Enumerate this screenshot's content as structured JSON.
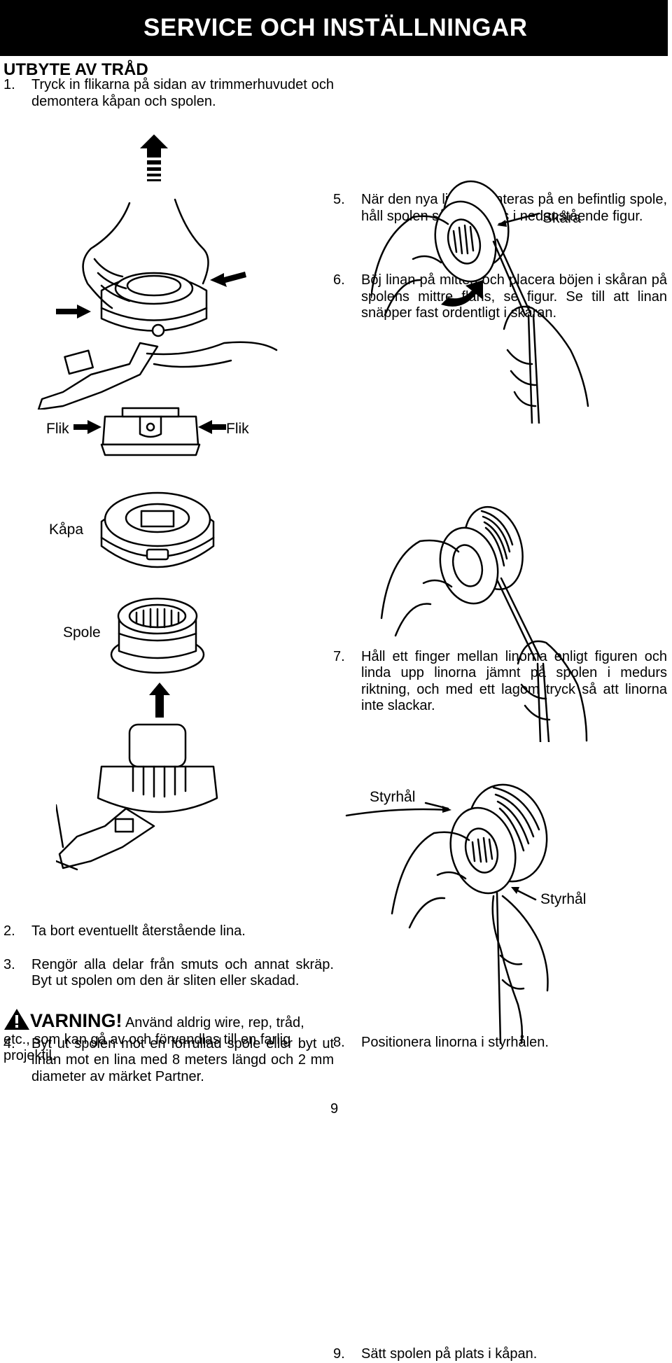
{
  "header": {
    "title": "SERVICE OCH INSTÄLLNINGAR"
  },
  "left": {
    "heading": "UTBYTE AV TRÅD",
    "step1": {
      "num": "1.",
      "text": "Tryck in flikarna på sidan av trimmerhuvudet och demontera kåpan och spolen."
    },
    "labels": {
      "flik_left": "Flik",
      "flik_right": "Flik",
      "kapa": "Kåpa",
      "spole": "Spole"
    },
    "step2": {
      "num": "2.",
      "text": "Ta bort eventuellt återstående lina."
    },
    "step3": {
      "num": "3.",
      "text": "Rengör alla delar från smuts och annat skräp. Byt ut spolen om den är sliten eller skadad."
    },
    "step4": {
      "num": "4.",
      "text": "Byt ut spolen mot en förrullad spole eller byt ut linan mot en lina med 8 meters längd och 2 mm diameter av märket Partner."
    },
    "warning": {
      "word": "VARNING!",
      "text": " Använd aldrig wire, rep, tråd, etc., som kan gå av och förvandlas till en farlig projektil."
    }
  },
  "right": {
    "step5": {
      "num": "5.",
      "text": "När den nya linan monteras på en befintlig spole, håll spolen såsom visas i nedanstående figur."
    },
    "step6": {
      "num": "6.",
      "text": "Böj linan på mitten och placera böjen i skåran på spolens mittre fläns, se figur. Se till att linan snäpper fast ordentligt i skåran."
    },
    "label_skara": "Skåra",
    "step7": {
      "num": "7.",
      "text": "Håll ett finger mellan linorna enligt figuren och linda upp linorna jämnt på spolen i medurs riktning, och med ett lagom tryck så att linorna inte slackar."
    },
    "step8": {
      "num": "8.",
      "text": "Positionera linorna i styrhålen."
    },
    "label_styrhal_top": "Styrhål",
    "label_styrhal_bottom": "Styrhål",
    "step9": {
      "num": "9.",
      "text": "Sätt spolen på plats i kåpan."
    }
  },
  "footer": {
    "page_number": "9"
  }
}
